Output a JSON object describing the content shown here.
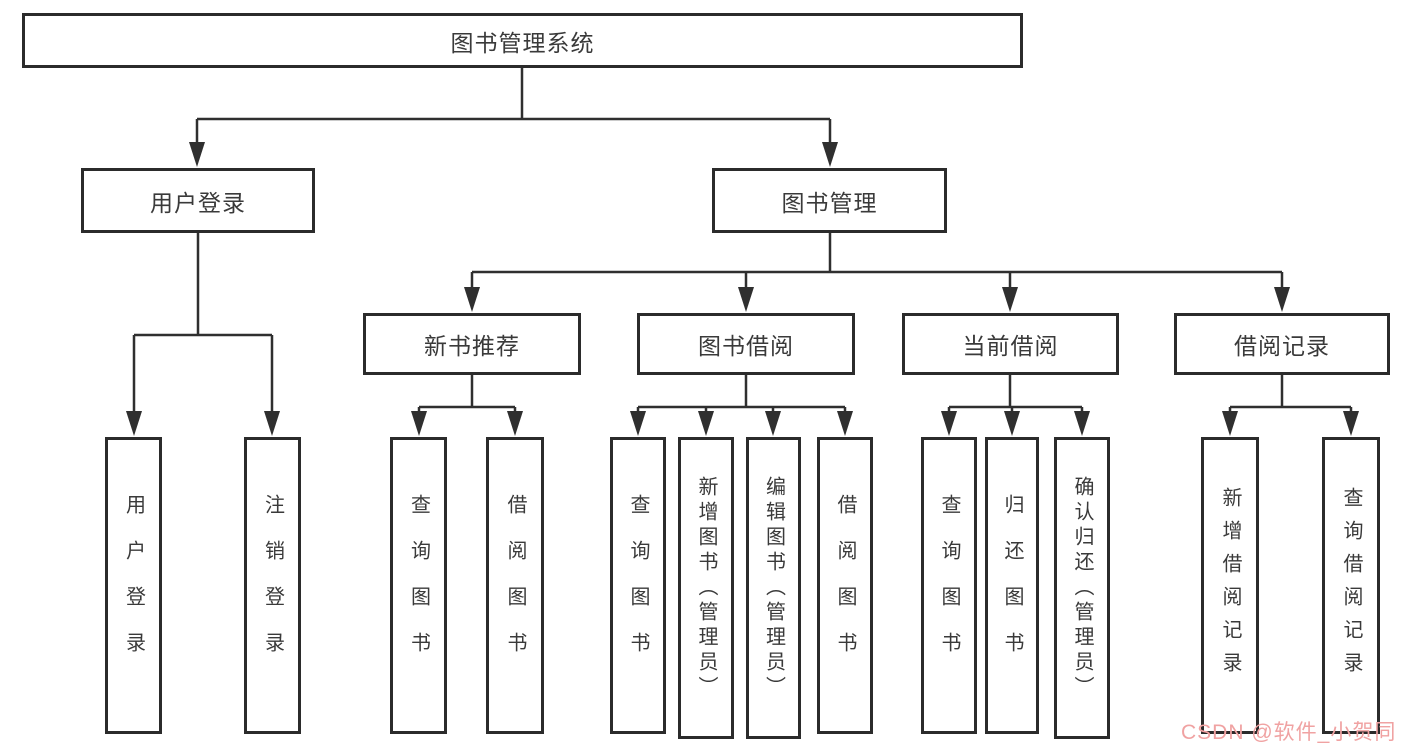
{
  "tree": {
    "label": "图书管理系统",
    "children": [
      {
        "label": "用户登录",
        "children": [
          {
            "label": "用户登录"
          },
          {
            "label": "注销登录"
          }
        ]
      },
      {
        "label": "图书管理",
        "children": [
          {
            "label": "新书推荐",
            "children": [
              {
                "label": "查询图书"
              },
              {
                "label": "借阅图书"
              }
            ]
          },
          {
            "label": "图书借阅",
            "children": [
              {
                "label": "查询图书"
              },
              {
                "label": "新增图书（管理员）"
              },
              {
                "label": "编辑图书（管理员）"
              },
              {
                "label": "借阅图书"
              }
            ]
          },
          {
            "label": "当前借阅",
            "children": [
              {
                "label": "查询图书"
              },
              {
                "label": "归还图书"
              },
              {
                "label": "确认归还（管理员）"
              }
            ]
          },
          {
            "label": "借阅记录",
            "children": [
              {
                "label": "新增借阅记录"
              },
              {
                "label": "查询借阅记录"
              }
            ]
          }
        ]
      }
    ]
  },
  "watermark": {
    "text": "CSDN @软件_小贺同学",
    "color": "#f0a2a2"
  },
  "colors": {
    "background": "#ffffff",
    "box_border": "#2b2b2b",
    "connector_line": "#2f2f2f",
    "text": "#3a3a3a"
  }
}
